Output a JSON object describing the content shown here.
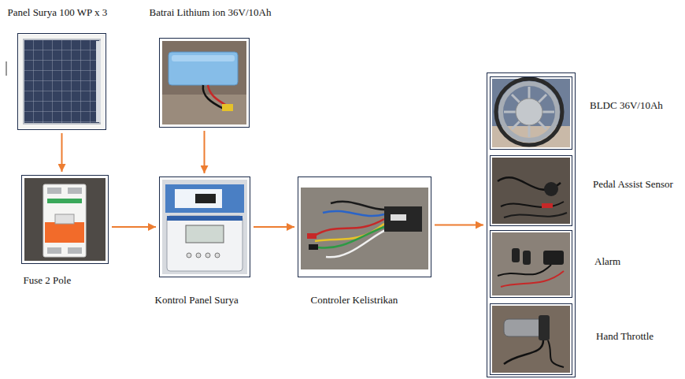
{
  "diagram": {
    "nodes": [
      {
        "text": [
          "Panel Surya 100 WP x 3"
        ]
      },
      {
        "text": [
          "Batrai Lithium ion 36V/10Ah"
        ]
      },
      {
        "text": [
          "Fuse 2 Pole"
        ]
      },
      {
        "text": [
          "Kontrol Panel Surya"
        ]
      },
      {
        "text": [
          "Controler Kelistrikan"
        ]
      },
      {
        "text": []
      },
      {
        "text": [
          "BLDC 36V/10Ah"
        ],
        "in": 5
      },
      {
        "text": [
          "Pedal Assist Sensor"
        ],
        "in": 5
      },
      {
        "text": [
          "Alarm"
        ],
        "in": 5
      },
      {
        "text": [
          "Hand Throttle"
        ],
        "in": 5
      }
    ],
    "edges": [
      {
        "from": 0,
        "to": 2,
        "arrow": "to"
      },
      {
        "from": 1,
        "to": 3,
        "arrow": "to"
      },
      {
        "from": 2,
        "to": 3,
        "arrow": "to"
      },
      {
        "from": 3,
        "to": 4,
        "arrow": "to"
      },
      {
        "from": 4,
        "to": 5,
        "arrow": "to"
      }
    ]
  }
}
